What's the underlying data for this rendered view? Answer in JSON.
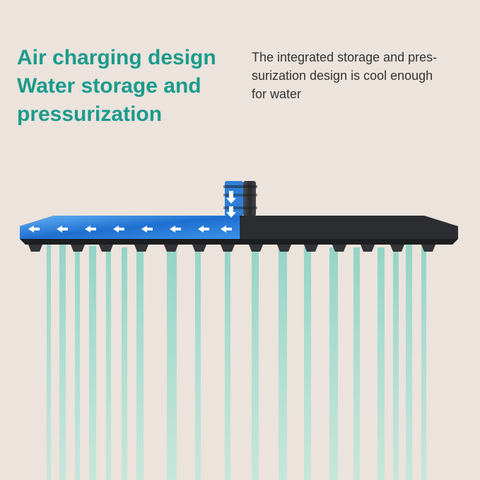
{
  "headline": {
    "line1": "Air charging design",
    "line2": "Water storage and",
    "line3": "pressurization"
  },
  "description": {
    "line1": "The integrated storage and pres-",
    "line2": "surization design is cool enough",
    "line3": "for water"
  },
  "colors": {
    "background": "#ebe3dc",
    "headline": "#1a9b8c",
    "body_text": "#333333",
    "shower_metal": "#2c2d30",
    "water_fill": "#2f7fd8",
    "water_streams": "#9fd9cc"
  },
  "illustration": {
    "subject": "rectangular rain shower head with water streams",
    "arrow_icons": [
      "arrow-down-icon",
      "arrow-left-icon"
    ]
  }
}
